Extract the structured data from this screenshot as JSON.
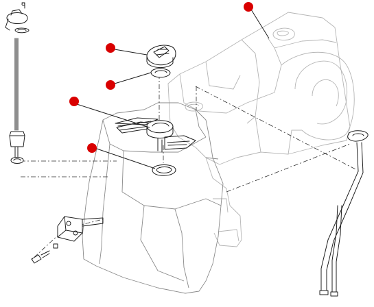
{
  "diagram": {
    "colors": {
      "callout_marker": "#d90000",
      "line": "#1e1e1e",
      "ghost_line": "#b5b5b5"
    },
    "callouts": [
      {
        "id": "transmission-housing"
      },
      {
        "id": "filler-cap"
      },
      {
        "id": "cap-seal-ring"
      },
      {
        "id": "filler-neck-collar"
      },
      {
        "id": "filler-seal-ring"
      }
    ],
    "icons": [
      "sender-unit-icon",
      "mounting-bracket-icon",
      "breather-pipe-icon"
    ]
  }
}
